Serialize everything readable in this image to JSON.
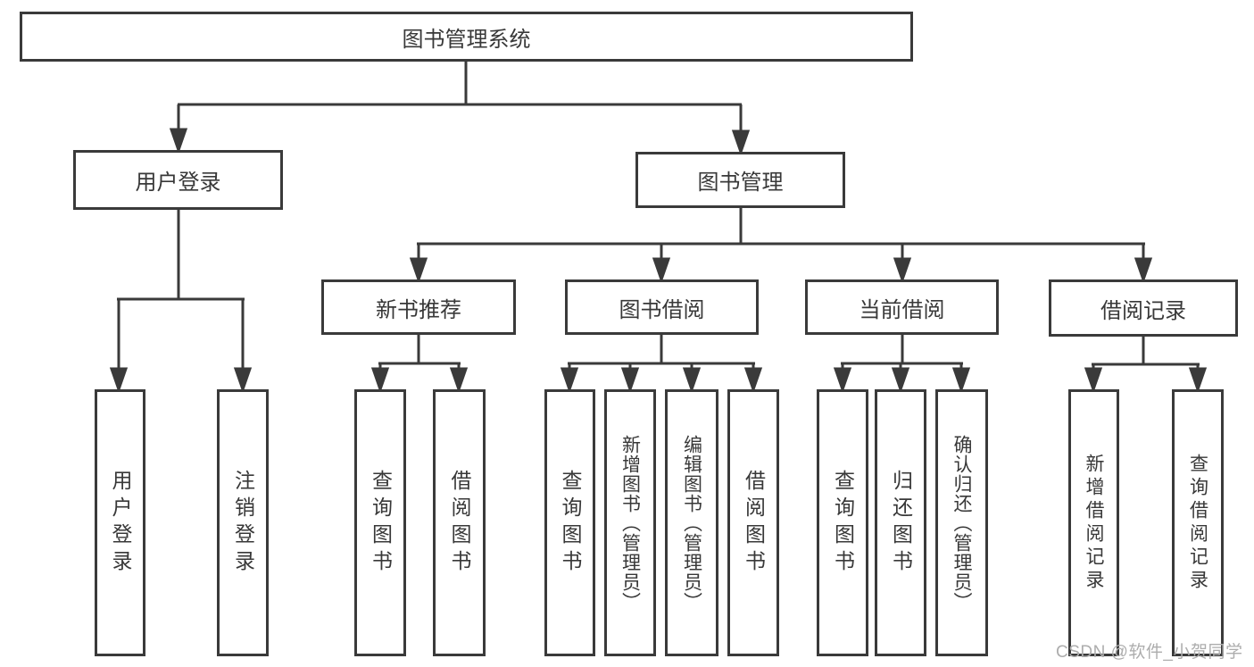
{
  "diagram": {
    "root": "图书管理系统",
    "level2": {
      "user_login": "用户登录",
      "book_management": "图书管理"
    },
    "level3": {
      "new_book_rec": "新书推荐",
      "book_borrow": "图书借阅",
      "current_borrow": "当前借阅",
      "borrow_records": "借阅记录"
    },
    "leaves": {
      "user_login": "用户登录",
      "logout": "注销登录",
      "nbr_query_book": "查询图书",
      "nbr_borrow_book": "借阅图书",
      "bb_query_book": "查询图书",
      "bb_add_book": "新增图书（管理员）",
      "bb_edit_book": "编辑图书（管理员）",
      "bb_borrow_book": "借阅图书",
      "cb_query_book": "查询图书",
      "cb_return_book": "归还图书",
      "cb_confirm_return": "确认归还（管理员）",
      "br_add_record": "新增借阅记录",
      "br_query_record": "查询借阅记录"
    }
  },
  "watermark": "CSDN @软件_小贺同学",
  "colors": {
    "line": "#3a3a3a",
    "text": "#383838",
    "watermark": "#adadad",
    "background": "#ffffff"
  }
}
